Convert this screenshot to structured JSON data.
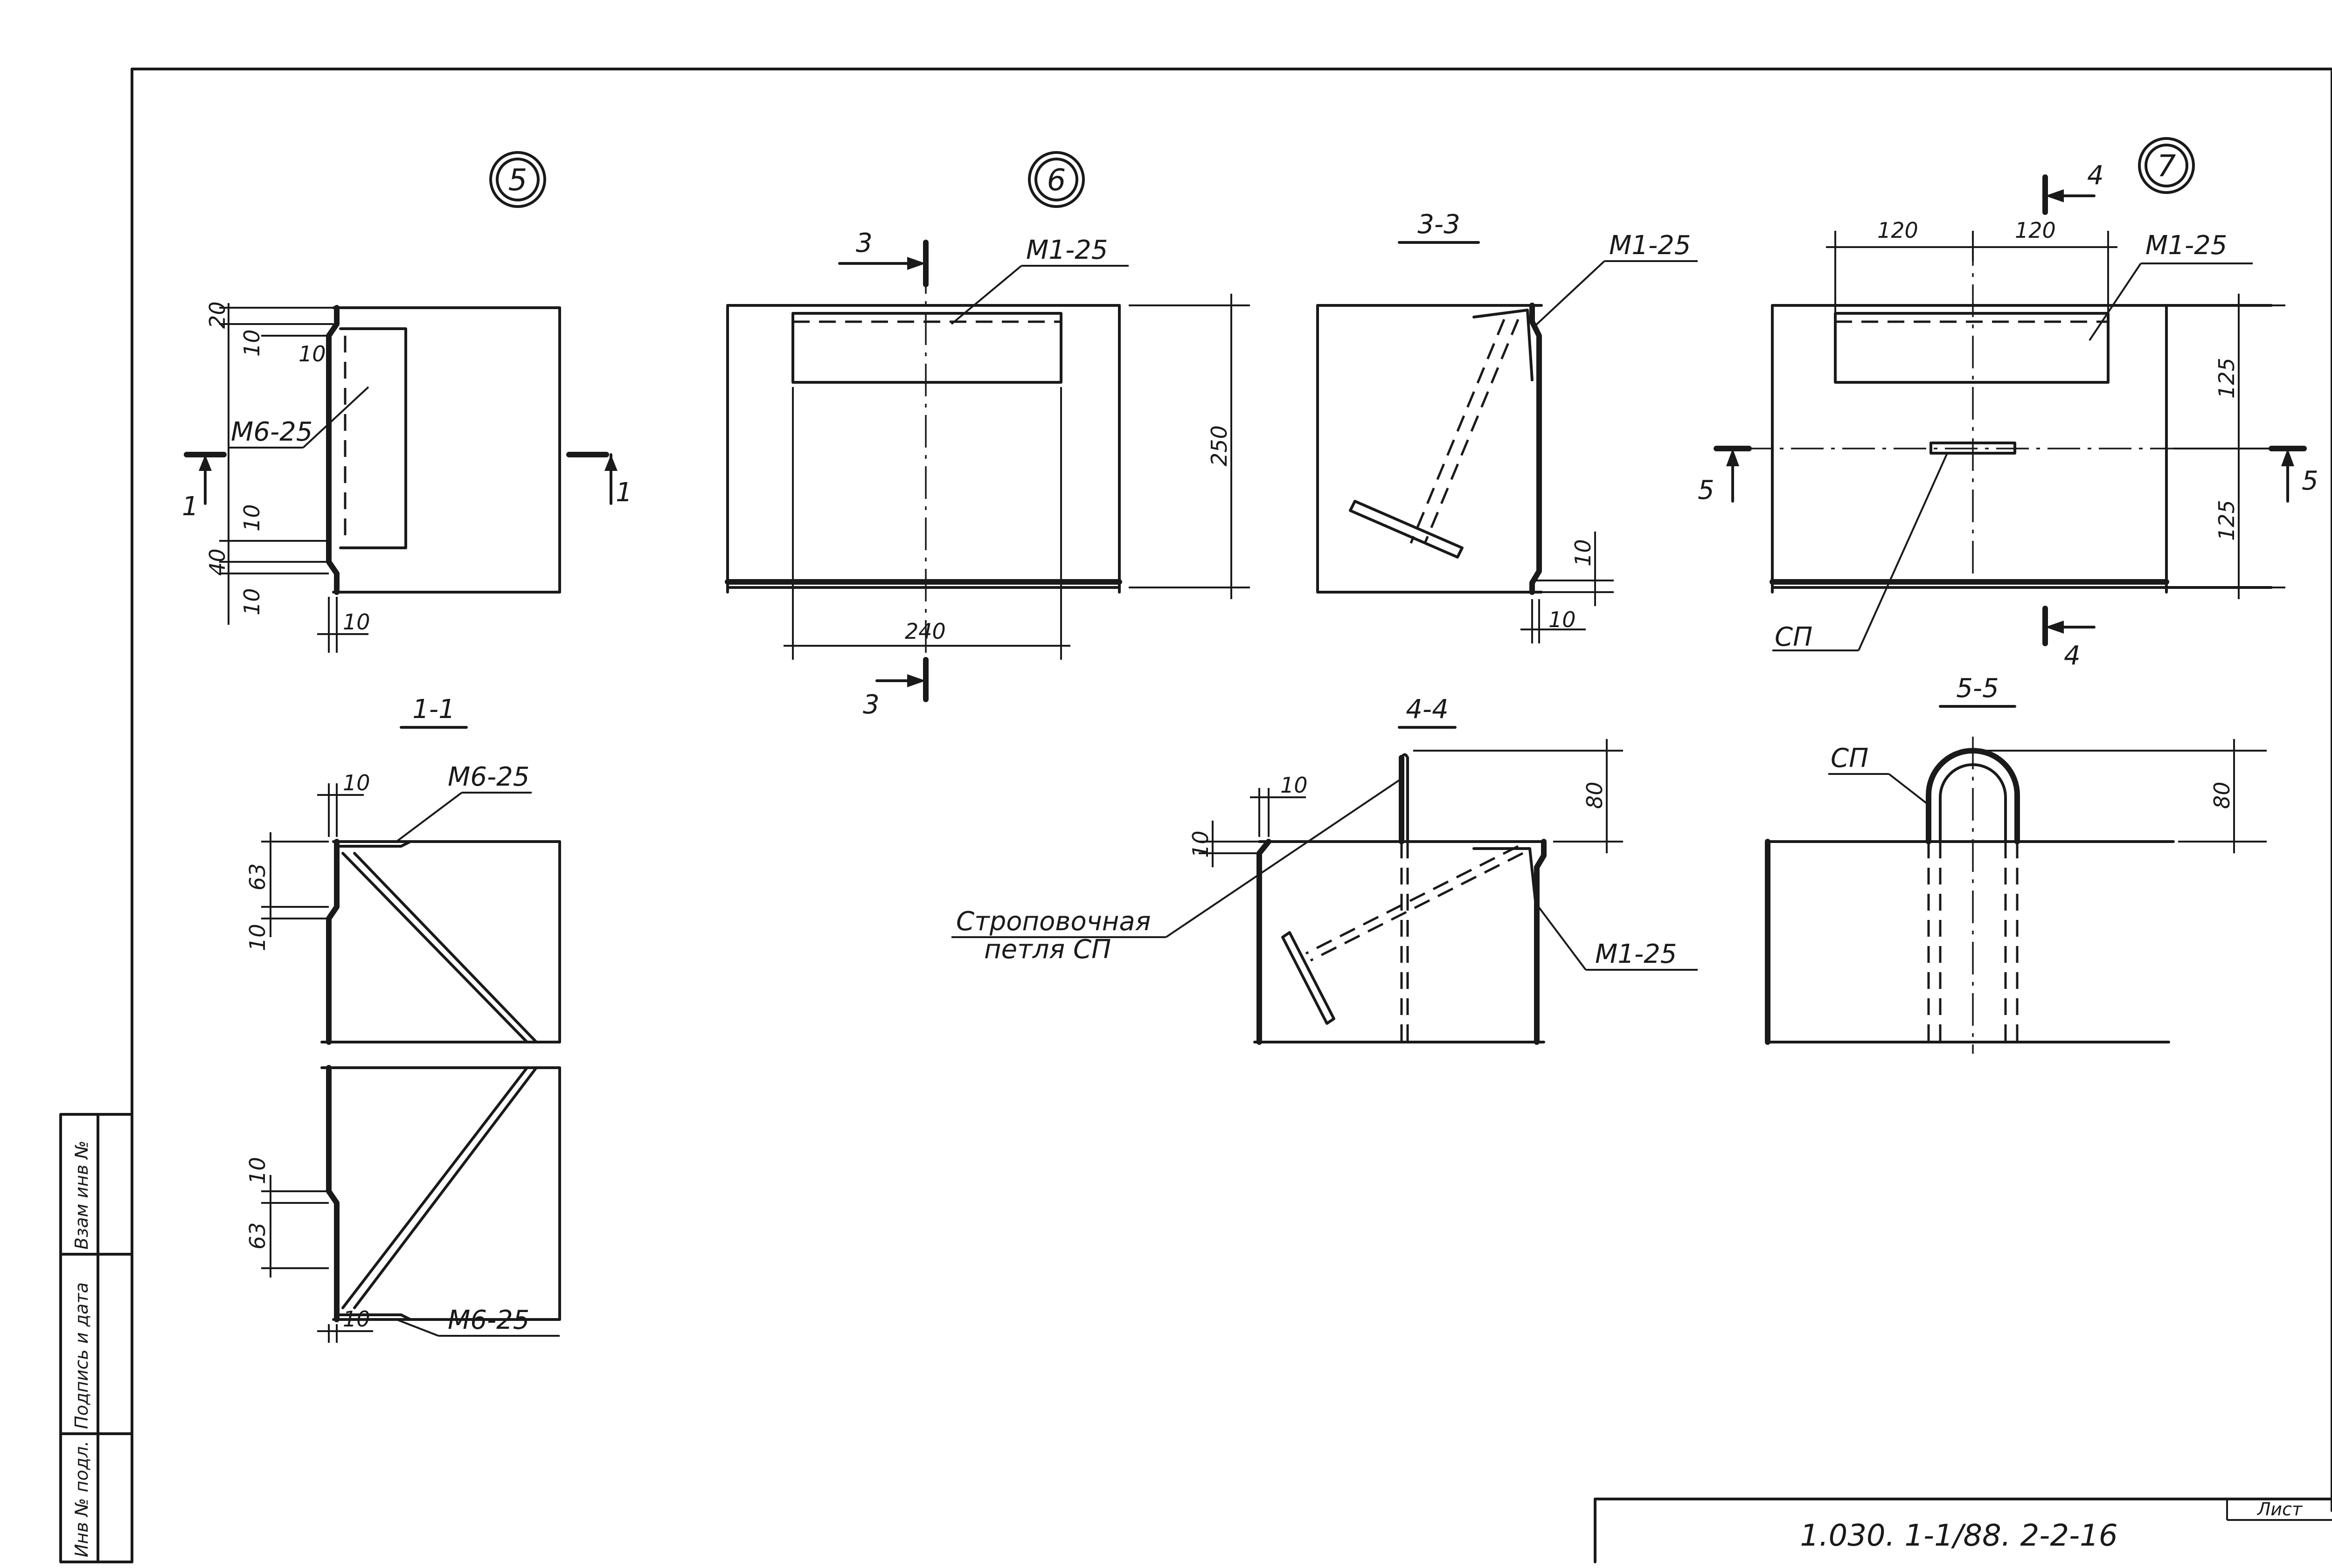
{
  "sheet": {
    "code": "1.030. 1-1/88. 2-2-16",
    "sheet_label": "Лист",
    "stamp": [
      "Инв № подл.",
      "Подпись и дата",
      "Взам инв №"
    ]
  },
  "nodes": {
    "n5": "5",
    "n6": "6",
    "n7": "7"
  },
  "sections": {
    "s11": "1-1",
    "s33": "3-3",
    "s44": "4-4",
    "s55": "5-5",
    "mark1": "1",
    "mark3": "3",
    "mark4": "4",
    "mark5": "5"
  },
  "labels": {
    "m6": "М6-25",
    "m1": "М1-25",
    "sp": "СП",
    "loop_l1": "Строповочная",
    "loop_l2": "петля СП"
  },
  "dims": {
    "d20": "20",
    "d10": "10",
    "d40": "40",
    "d63": "63",
    "d250": "250",
    "d240": "240",
    "d120": "120",
    "d125": "125",
    "d80": "80"
  }
}
